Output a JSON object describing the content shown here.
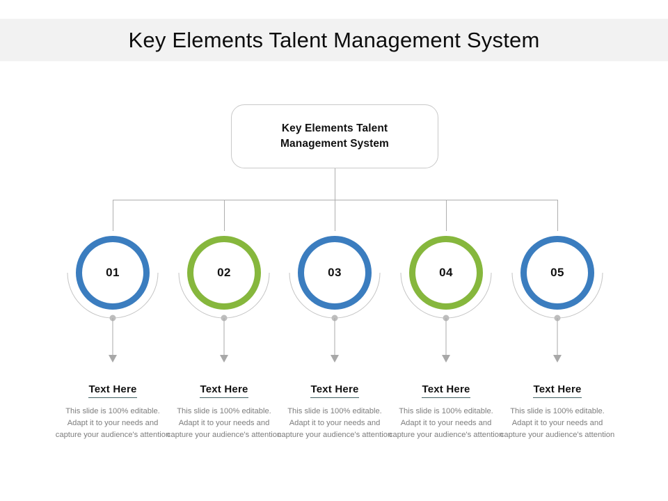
{
  "slide": {
    "title": "Key Elements Talent Management System",
    "background": "#ffffff",
    "header_band_color": "#f2f2f2"
  },
  "root_node": {
    "label": "Key Elements Talent Management System",
    "line1": "Key Elements Talent",
    "line2": "Management System",
    "border_color": "#c9c9c9",
    "fill": "#ffffff"
  },
  "connector": {
    "color": "#aeaeae"
  },
  "colors": {
    "blue": "#3b7dbf",
    "green": "#86b73d",
    "arc": "#c4c4c4",
    "arrow": "#a8a8a8",
    "underline": "#3f5f63",
    "body_text": "#7d7d7d"
  },
  "nodes": [
    {
      "number": "01",
      "ring_color": "#3b7dbf",
      "color_name": "blue",
      "heading": "Text Here",
      "body": "This slide is 100% editable. Adapt it to your needs and capture your audience's attention"
    },
    {
      "number": "02",
      "ring_color": "#86b73d",
      "color_name": "green",
      "heading": "Text Here",
      "body": "This slide is 100% editable. Adapt it to your needs and capture your audience's attention"
    },
    {
      "number": "03",
      "ring_color": "#3b7dbf",
      "color_name": "blue",
      "heading": "Text Here",
      "body": "This slide is 100% editable. Adapt it to your needs and capture your audience's attention"
    },
    {
      "number": "04",
      "ring_color": "#86b73d",
      "color_name": "green",
      "heading": "Text Here",
      "body": "This slide is 100% editable. Adapt it to your needs and capture your audience's attention"
    },
    {
      "number": "05",
      "ring_color": "#3b7dbf",
      "color_name": "blue",
      "heading": "Text Here",
      "body": "This slide is 100% editable. Adapt it to your needs and capture your audience's attention"
    }
  ]
}
